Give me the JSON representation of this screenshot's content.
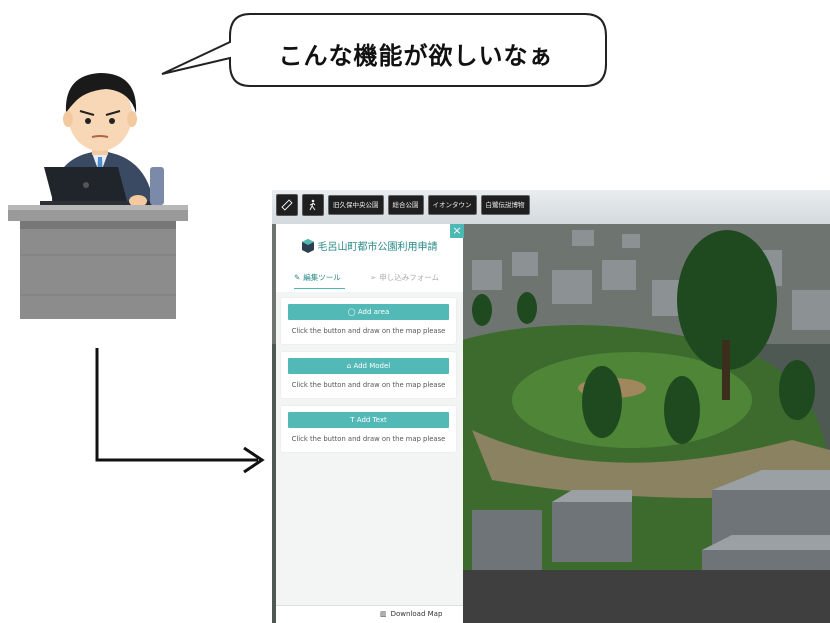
{
  "bubble": {
    "text": "こんな機能が欲しいなぁ"
  },
  "app": {
    "toolbar": {
      "icons": [
        "ruler-icon",
        "walk-icon"
      ],
      "buttons": [
        "旧久保中央公園",
        "総合公園",
        "イオンタウン",
        "白鷺伝説博物"
      ]
    },
    "panel": {
      "title": "毛呂山町都市公園利用申請",
      "close": "×",
      "tabs": {
        "edit": "編集ツール",
        "form": "申し込みフォーム"
      },
      "cards": [
        {
          "button": "Add area",
          "hint": "Click the button and draw on the map please"
        },
        {
          "button": "Add Model",
          "hint": "Click the button and draw on the map please"
        },
        {
          "button": "Add Text",
          "hint": "Click the button and draw on the map please"
        }
      ],
      "download": "Download Map"
    }
  }
}
